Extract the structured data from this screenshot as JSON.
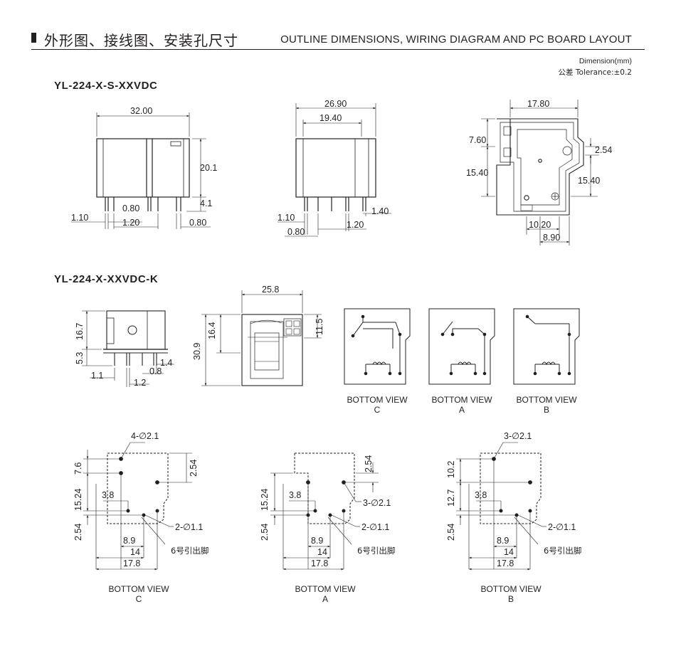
{
  "header": {
    "title_cn": "外形图、接线图、安装孔尺寸",
    "title_en": "OUTLINE DIMENSIONS, WIRING DIAGRAM AND PC BOARD LAYOUT"
  },
  "units": {
    "line1": "Dimension(mm)",
    "line2": "公差  Tolerance:±0.2"
  },
  "models": {
    "top": "YL-224-X-S-XXVDC",
    "bottom": "YL-224-X-XXVDC-K"
  },
  "dims": {
    "d3200": "32.00",
    "d201": "20.1",
    "d41": "4.1",
    "d080a": "0.80",
    "d110a": "1.10",
    "d120a": "1.20",
    "d080b": "0.80",
    "d2690": "26.90",
    "d1940": "19.40",
    "d140": "1.40",
    "d110b": "1.10",
    "d080c": "0.80",
    "d120b": "1.20",
    "d1780": "17.80",
    "d760": "7.60",
    "d254": "2.54",
    "d1540a": "15.40",
    "d1540b": "15.40",
    "d1020": "10.20",
    "d890": "8.90",
    "k167": "16.7",
    "k53": "5.3",
    "k11": "1.1",
    "k12": "1.2",
    "k14": "1.4",
    "k08": "0.8",
    "k258": "25.8",
    "k164": "16.4",
    "k309": "30.9",
    "k115": "11.5"
  },
  "views": {
    "bottom_view": "BOTTOM VIEW",
    "c": "C",
    "a": "A",
    "b": "B"
  },
  "pcb": {
    "c": {
      "holes4": "4-∅2.1",
      "holes2": "2-∅1.1",
      "pin6": "6号引出脚",
      "v76": "7.6",
      "v1524": "15.24",
      "v254": "2.54",
      "v254b": "2.54",
      "h38": "3.8",
      "h89": "8.9",
      "h14": "14",
      "h178": "17.8"
    },
    "a": {
      "holes3": "3-∅2.1",
      "holes2": "2-∅1.1",
      "pin6": "6号引出脚",
      "v1524": "15.24",
      "v254": "2.54",
      "v254b": "2.54",
      "h38": "3.8",
      "h89": "8.9",
      "h14": "14",
      "h178": "17.8"
    },
    "b": {
      "holes3": "3-∅2.1",
      "holes2": "2-∅1.1",
      "pin6": "6号引出脚",
      "v102": "10.2",
      "v127": "12.7",
      "v254": "2.54",
      "h38": "3.8",
      "h89": "8.9",
      "h14": "14",
      "h178": "17.8"
    }
  }
}
